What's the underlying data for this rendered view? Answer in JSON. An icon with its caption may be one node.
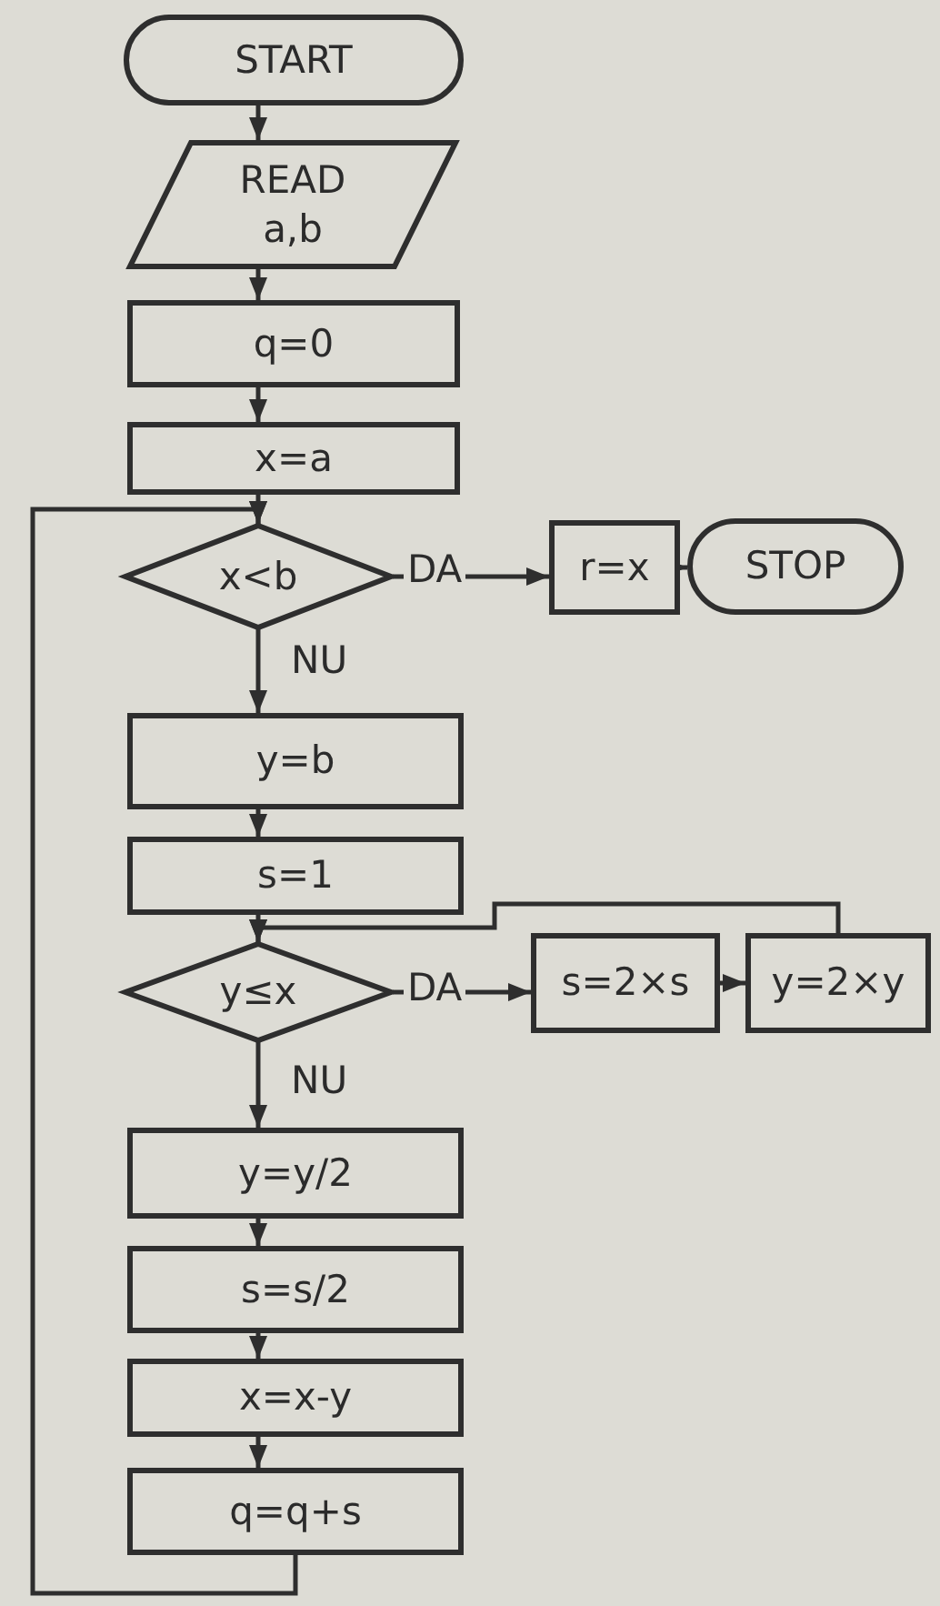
{
  "diagram": {
    "nodes": [
      {
        "text": [
          "START"
        ]
      },
      {
        "text": [
          "READ a,b"
        ]
      },
      {
        "text": [
          "q=0"
        ]
      },
      {
        "text": [
          "x=a"
        ]
      },
      {
        "text": [
          "x<b"
        ]
      },
      {
        "text": [
          "r=x"
        ]
      },
      {
        "text": [
          "STOP"
        ]
      },
      {
        "text": [
          "y=b"
        ]
      },
      {
        "text": [
          "s=1"
        ]
      },
      {
        "text": [
          "y≤x"
        ]
      },
      {
        "text": [
          "s=2×s"
        ]
      },
      {
        "text": [
          "y=2×y"
        ]
      },
      {
        "text": [
          "y=y/2"
        ]
      },
      {
        "text": [
          "s=s/2"
        ]
      },
      {
        "text": [
          "x=x-y"
        ]
      },
      {
        "text": [
          "q=q+s"
        ]
      }
    ],
    "edges": [
      {
        "from": 0,
        "to": 1,
        "arrow": "to"
      },
      {
        "from": 1,
        "to": 2,
        "arrow": "to"
      },
      {
        "from": 2,
        "to": 3,
        "arrow": "to"
      },
      {
        "from": 3,
        "to": 4,
        "arrow": "to"
      },
      {
        "from": 4,
        "to": 5,
        "arrow": "to",
        "label": "DA"
      },
      {
        "from": 5,
        "to": 6,
        "arrow": "to"
      },
      {
        "from": 4,
        "to": 7,
        "arrow": "to",
        "label": "NU"
      },
      {
        "from": 7,
        "to": 8,
        "arrow": "to"
      },
      {
        "from": 8,
        "to": 9,
        "arrow": "to"
      },
      {
        "from": 9,
        "to": 10,
        "arrow": "to",
        "label": "DA"
      },
      {
        "from": 10,
        "to": 11,
        "arrow": "to"
      },
      {
        "from": 11,
        "to": 9,
        "arrow": "to"
      },
      {
        "from": 9,
        "to": 12,
        "arrow": "to",
        "label": "NU"
      },
      {
        "from": 12,
        "to": 13,
        "arrow": "to"
      },
      {
        "from": 13,
        "to": 14,
        "arrow": "to"
      },
      {
        "from": 14,
        "to": 15,
        "arrow": "to"
      },
      {
        "from": 15,
        "to": 4,
        "arrow": "to"
      }
    ]
  }
}
